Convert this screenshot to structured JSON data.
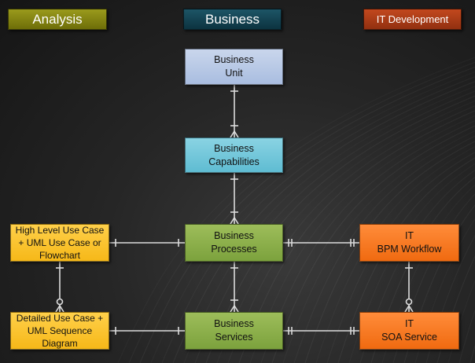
{
  "headers": {
    "analysis": "Analysis",
    "business": "Business",
    "it": "IT Development"
  },
  "nodes": {
    "business_unit": "Business\nUnit",
    "business_capabilities": "Business\nCapabilities",
    "business_processes": "Business\nProcesses",
    "business_services": "Business\nServices",
    "high_level_use_case": "High Level Use Case\n+ UML Use Case or\nFlowchart",
    "detailed_use_case": "Detailed Use Case +\nUML Sequence\nDiagram",
    "it_bpm_workflow": "IT\nBPM Workflow",
    "it_soa_service": "IT\nSOA Service"
  },
  "colors": {
    "analysis": "#8a8a12",
    "business": "#154a5a",
    "it": "#b03c14",
    "business_unit": "#b8c9e6",
    "business_capabilities": "#72c6da",
    "business_processes": "#8db14b",
    "analysis_node": "#fbc22c",
    "it_node": "#f77b22",
    "connector": "#dcdcdc"
  }
}
